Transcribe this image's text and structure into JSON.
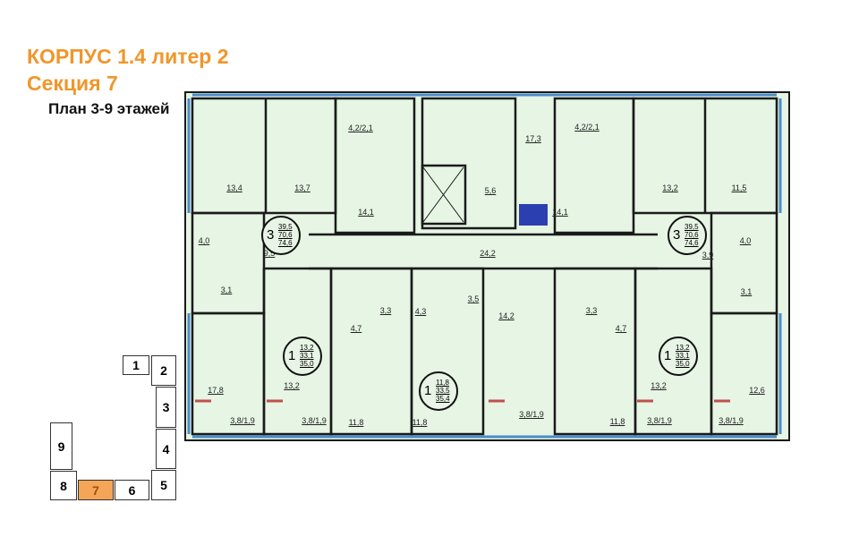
{
  "header": {
    "title": "КОРПУС 1.4 литер 2",
    "section": "Секция 7",
    "plan": "План 3-9 этажей"
  },
  "colors": {
    "title": "#f0962a",
    "floor": "#e6f5e4",
    "wall": "#1a1a1a",
    "window": "#4a8cc8",
    "active_section": "#f4a558"
  },
  "rooms": [
    "13,4",
    "13,7",
    "4,2/2,1",
    "14,1",
    "4,0",
    "9,5",
    "3,1",
    "17,3",
    "5,6",
    "24,2",
    "3,5",
    "14,2",
    "4,2/2,1",
    "14,1",
    "13,2",
    "11,5",
    "4,0",
    "3,9",
    "3,1",
    "17,8",
    "13,2",
    "3,8/1,9",
    "3,8/1,9",
    "3,3",
    "4,7",
    "11,8",
    "4,3",
    "11,8",
    "3,8/1,9",
    "11,8",
    "3,3",
    "4,7",
    "13,2",
    "3,8/1,9",
    "12,6",
    "3,8/1,9"
  ],
  "apartments": [
    {
      "rooms": "3",
      "living": "39,5",
      "total": "70,6",
      "total_balcony": "74,6"
    },
    {
      "rooms": "3",
      "living": "39,5",
      "total": "70,6",
      "total_balcony": "74,6"
    },
    {
      "rooms": "1",
      "living": "13,2",
      "total": "33,1",
      "total_balcony": "35,0"
    },
    {
      "rooms": "1",
      "living": "11,8",
      "total": "33,5",
      "total_balcony": "35,4"
    },
    {
      "rooms": "1",
      "living": "13,2",
      "total": "33,1",
      "total_balcony": "35,0"
    }
  ],
  "section_map": {
    "sections": [
      "1",
      "2",
      "3",
      "4",
      "5",
      "6",
      "7",
      "8",
      "9"
    ],
    "active": "7"
  }
}
